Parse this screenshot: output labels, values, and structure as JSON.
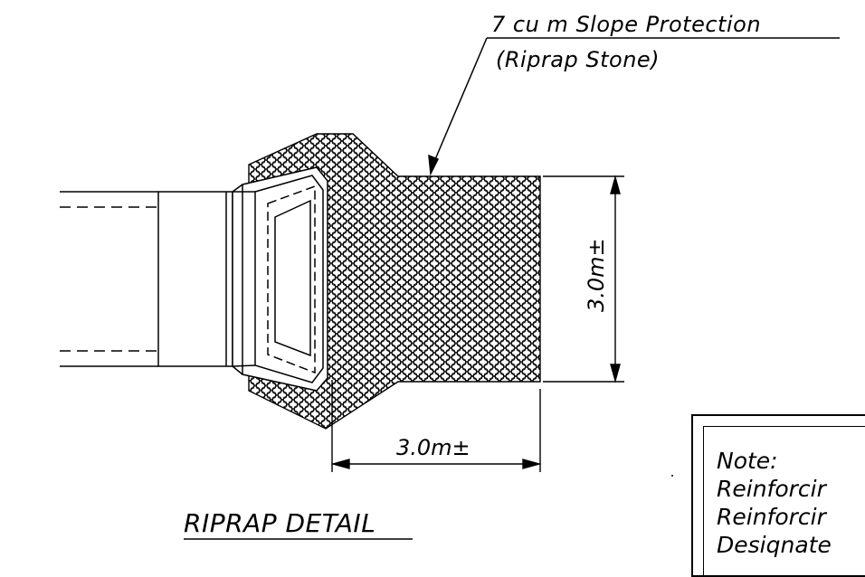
{
  "callout": {
    "line1": "7 cu m Slope Protection",
    "line2": "(Riprap Stone)"
  },
  "dimensions": {
    "vertical": "3.0m±",
    "horizontal": "3.0m±"
  },
  "detail_title": "RIPRAP DETAIL",
  "note": {
    "heading": "Note:",
    "lines": [
      "Reinforcir",
      "Reinforcir",
      "Desiqnate"
    ]
  }
}
